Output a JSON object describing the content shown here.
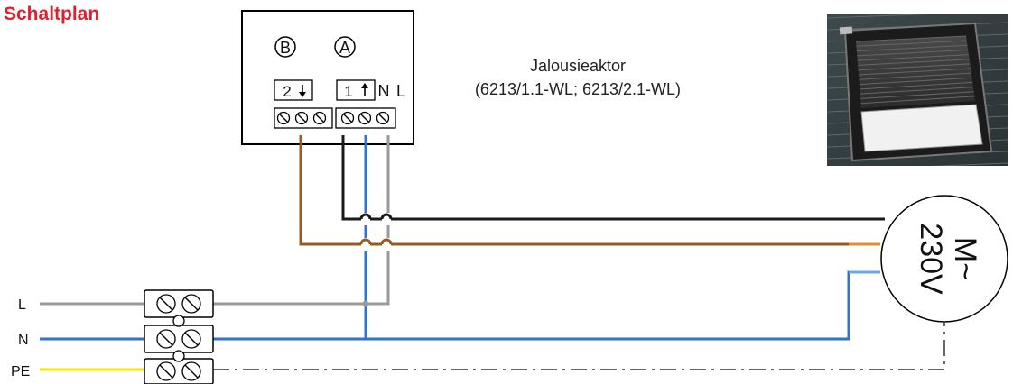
{
  "title": {
    "text": "Schaltplan",
    "color": "#e0202f"
  },
  "actuator": {
    "label": "Jalousieaktor",
    "models": "(6213/1.1-WL; 6213/2.1-WL)",
    "channel_b": "B",
    "channel_a": "A",
    "terminal_down": "2",
    "terminal_up": "1",
    "terminal_n": "N",
    "terminal_l": "L"
  },
  "motor": {
    "line1": "M~",
    "line2": "230V"
  },
  "lines": {
    "l": "L",
    "n": "N",
    "pe": "PE"
  },
  "photo": {
    "subject": "roof-window-with-shutter"
  },
  "colors": {
    "brown": "#9a5a1f",
    "black": "#1a1a1a",
    "blue": "#2f74c8",
    "gray": "#9a9a9a",
    "yellow": "#f2e800",
    "orange": "#e68a2e",
    "light_blue": "#6aa6e8"
  }
}
